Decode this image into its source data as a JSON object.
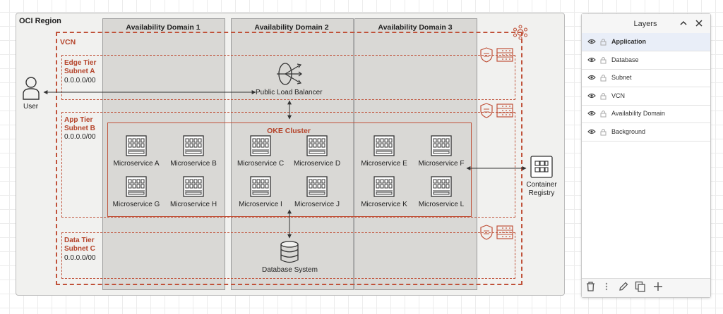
{
  "diagram": {
    "region_title": "OCI Region",
    "availability_domains": [
      "Availability Domain 1",
      "Availability Domain 2",
      "Availability Domain 3"
    ],
    "vcn_label": "VCN",
    "subnets": [
      {
        "name_line1": "Edge Tier",
        "name_line2": "Subnet A",
        "cidr": "0.0.0.0/00"
      },
      {
        "name_line1": "App Tier",
        "name_line2": "Subnet B",
        "cidr": "0.0.0.0/00"
      },
      {
        "name_line1": "Data Tier",
        "name_line2": "Subnet C",
        "cidr": "0.0.0.0/00"
      }
    ],
    "user_label": "User",
    "load_balancer_label": "Public Load Balancer",
    "cluster_title": "OKE Cluster",
    "microservices": [
      "Microservice A",
      "Microservice B",
      "Microservice C",
      "Microservice D",
      "Microservice E",
      "Microservice F",
      "Microservice G",
      "Microservice H",
      "Microservice I",
      "Microservice J",
      "Microservice K",
      "Microservice L"
    ],
    "registry_label_line1": "Container",
    "registry_label_line2": "Registry",
    "database_label": "Database System",
    "accent_color": "#c0523a"
  },
  "layers_panel": {
    "title": "Layers",
    "layers": [
      "Application",
      "Database",
      "Subnet",
      "VCN",
      "Availability Domain",
      "Background"
    ],
    "selected": "Application"
  }
}
